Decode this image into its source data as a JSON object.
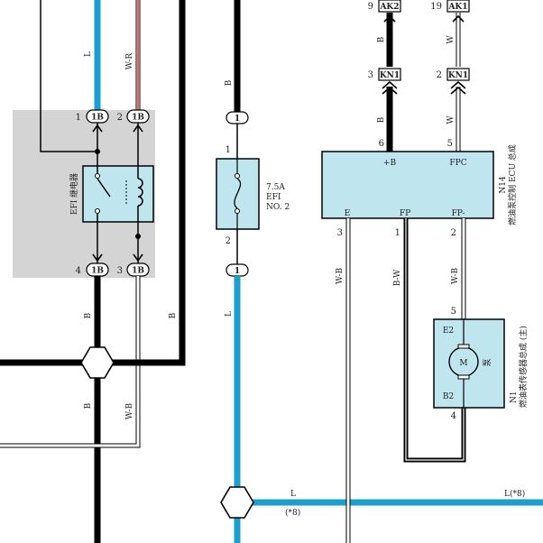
{
  "wire_labels": {
    "l_top": "L",
    "wr_top": "W-R",
    "b_fuse_top": "B",
    "b_left_mid": "B",
    "b_right_mid": "B",
    "b_left_low": "B",
    "wb_left_low": "W-B",
    "l_fuse_out": "L",
    "b_ak2": "B",
    "b_kn1": "B",
    "w_ak1": "W",
    "w_kn1": "W",
    "wb_e": "W-B",
    "bw_fp": "B-W",
    "wb_fpm": "W-B",
    "l_bottom": "L",
    "l8_bottom": "L(*8)",
    "note8": "(*8)"
  },
  "relay": {
    "label": "EFI 继电器",
    "pins": {
      "p1": "1",
      "c1": "1B",
      "p2": "2",
      "c2": "1B",
      "p4": "4",
      "c4": "1B",
      "p3": "3",
      "c3": "1B"
    }
  },
  "fuse": {
    "rating": "7.5A",
    "name1": "EFI",
    "name2": "NO. 2",
    "pin_top": "1",
    "pin_bot": "2",
    "conn_top": "1",
    "conn_bot": "1"
  },
  "connectors": {
    "ak2": {
      "pin": "9",
      "name": "AK2"
    },
    "ak1": {
      "pin": "19",
      "name": "AK1"
    },
    "kn1a": {
      "pin": "3",
      "name": "KN1"
    },
    "kn1b": {
      "pin": "2",
      "name": "KN1"
    }
  },
  "ecu": {
    "id": "N14",
    "name": "燃油泵控制 ECU 总成",
    "plusB": "+B",
    "fpc": "FPC",
    "e": "E",
    "fp": "FP",
    "fpm": "FP-",
    "pin_plusB": "6",
    "pin_fpc": "5",
    "pin_e": "3",
    "pin_fp": "1",
    "pin_fpm": "2"
  },
  "pump": {
    "id": "N1",
    "name": "燃油表传感器总成 (主)",
    "e2": "E2",
    "b2": "B2",
    "motor": "M",
    "pump_label": "泵",
    "pin_top": "5",
    "pin_bot": "4"
  },
  "colors": {
    "black_wire": "#000000",
    "blue_wire": "#1b9fd0",
    "red_stripe": "#d40000",
    "component_fill": "#bfe6ee",
    "relay_shade": "#d4d4d4"
  }
}
